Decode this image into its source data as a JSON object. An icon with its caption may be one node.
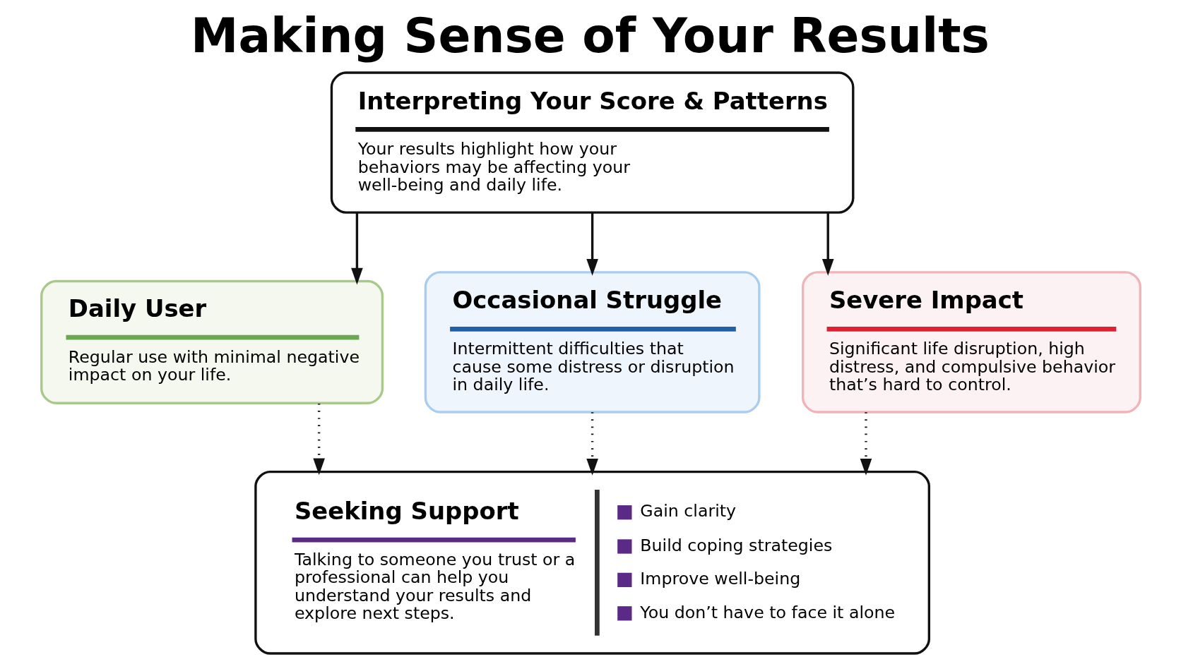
{
  "diagram": {
    "title": "Making Sense of Your Results",
    "nodes": [
      {
        "text": [
          "Interpreting Your Score & Patterns",
          "Your results highlight how your behaviors may be affecting your well-being and daily life."
        ]
      },
      {
        "text": [
          "Daily User",
          "Regular use with minimal negative impact on your life."
        ]
      },
      {
        "text": [
          "Occasional Struggle",
          "Intermittent difficulties that cause some distress or disruption in daily life."
        ]
      },
      {
        "text": [
          "Severe Impact",
          "Significant life disruption, high distress, and compulsive behavior that’s hard to control."
        ]
      },
      {
        "text": [
          "Seeking Support",
          "Talking to someone you trust or a professional can help you understand your results and explore next steps.",
          "Gain clarity",
          "Build coping strategies",
          "Improve well-being",
          "You don’t have to face it alone"
        ]
      }
    ],
    "edges": [
      {
        "from": 0,
        "to": 1,
        "arrow": "to"
      },
      {
        "from": 0,
        "to": 2,
        "arrow": "to"
      },
      {
        "from": 0,
        "to": 3,
        "arrow": "to"
      },
      {
        "from": 1,
        "to": 4,
        "arrow": "to",
        "style": "dashed"
      },
      {
        "from": 2,
        "to": 4,
        "arrow": "to",
        "style": "dashed"
      },
      {
        "from": 3,
        "to": 4,
        "arrow": "to",
        "style": "dashed"
      }
    ]
  }
}
